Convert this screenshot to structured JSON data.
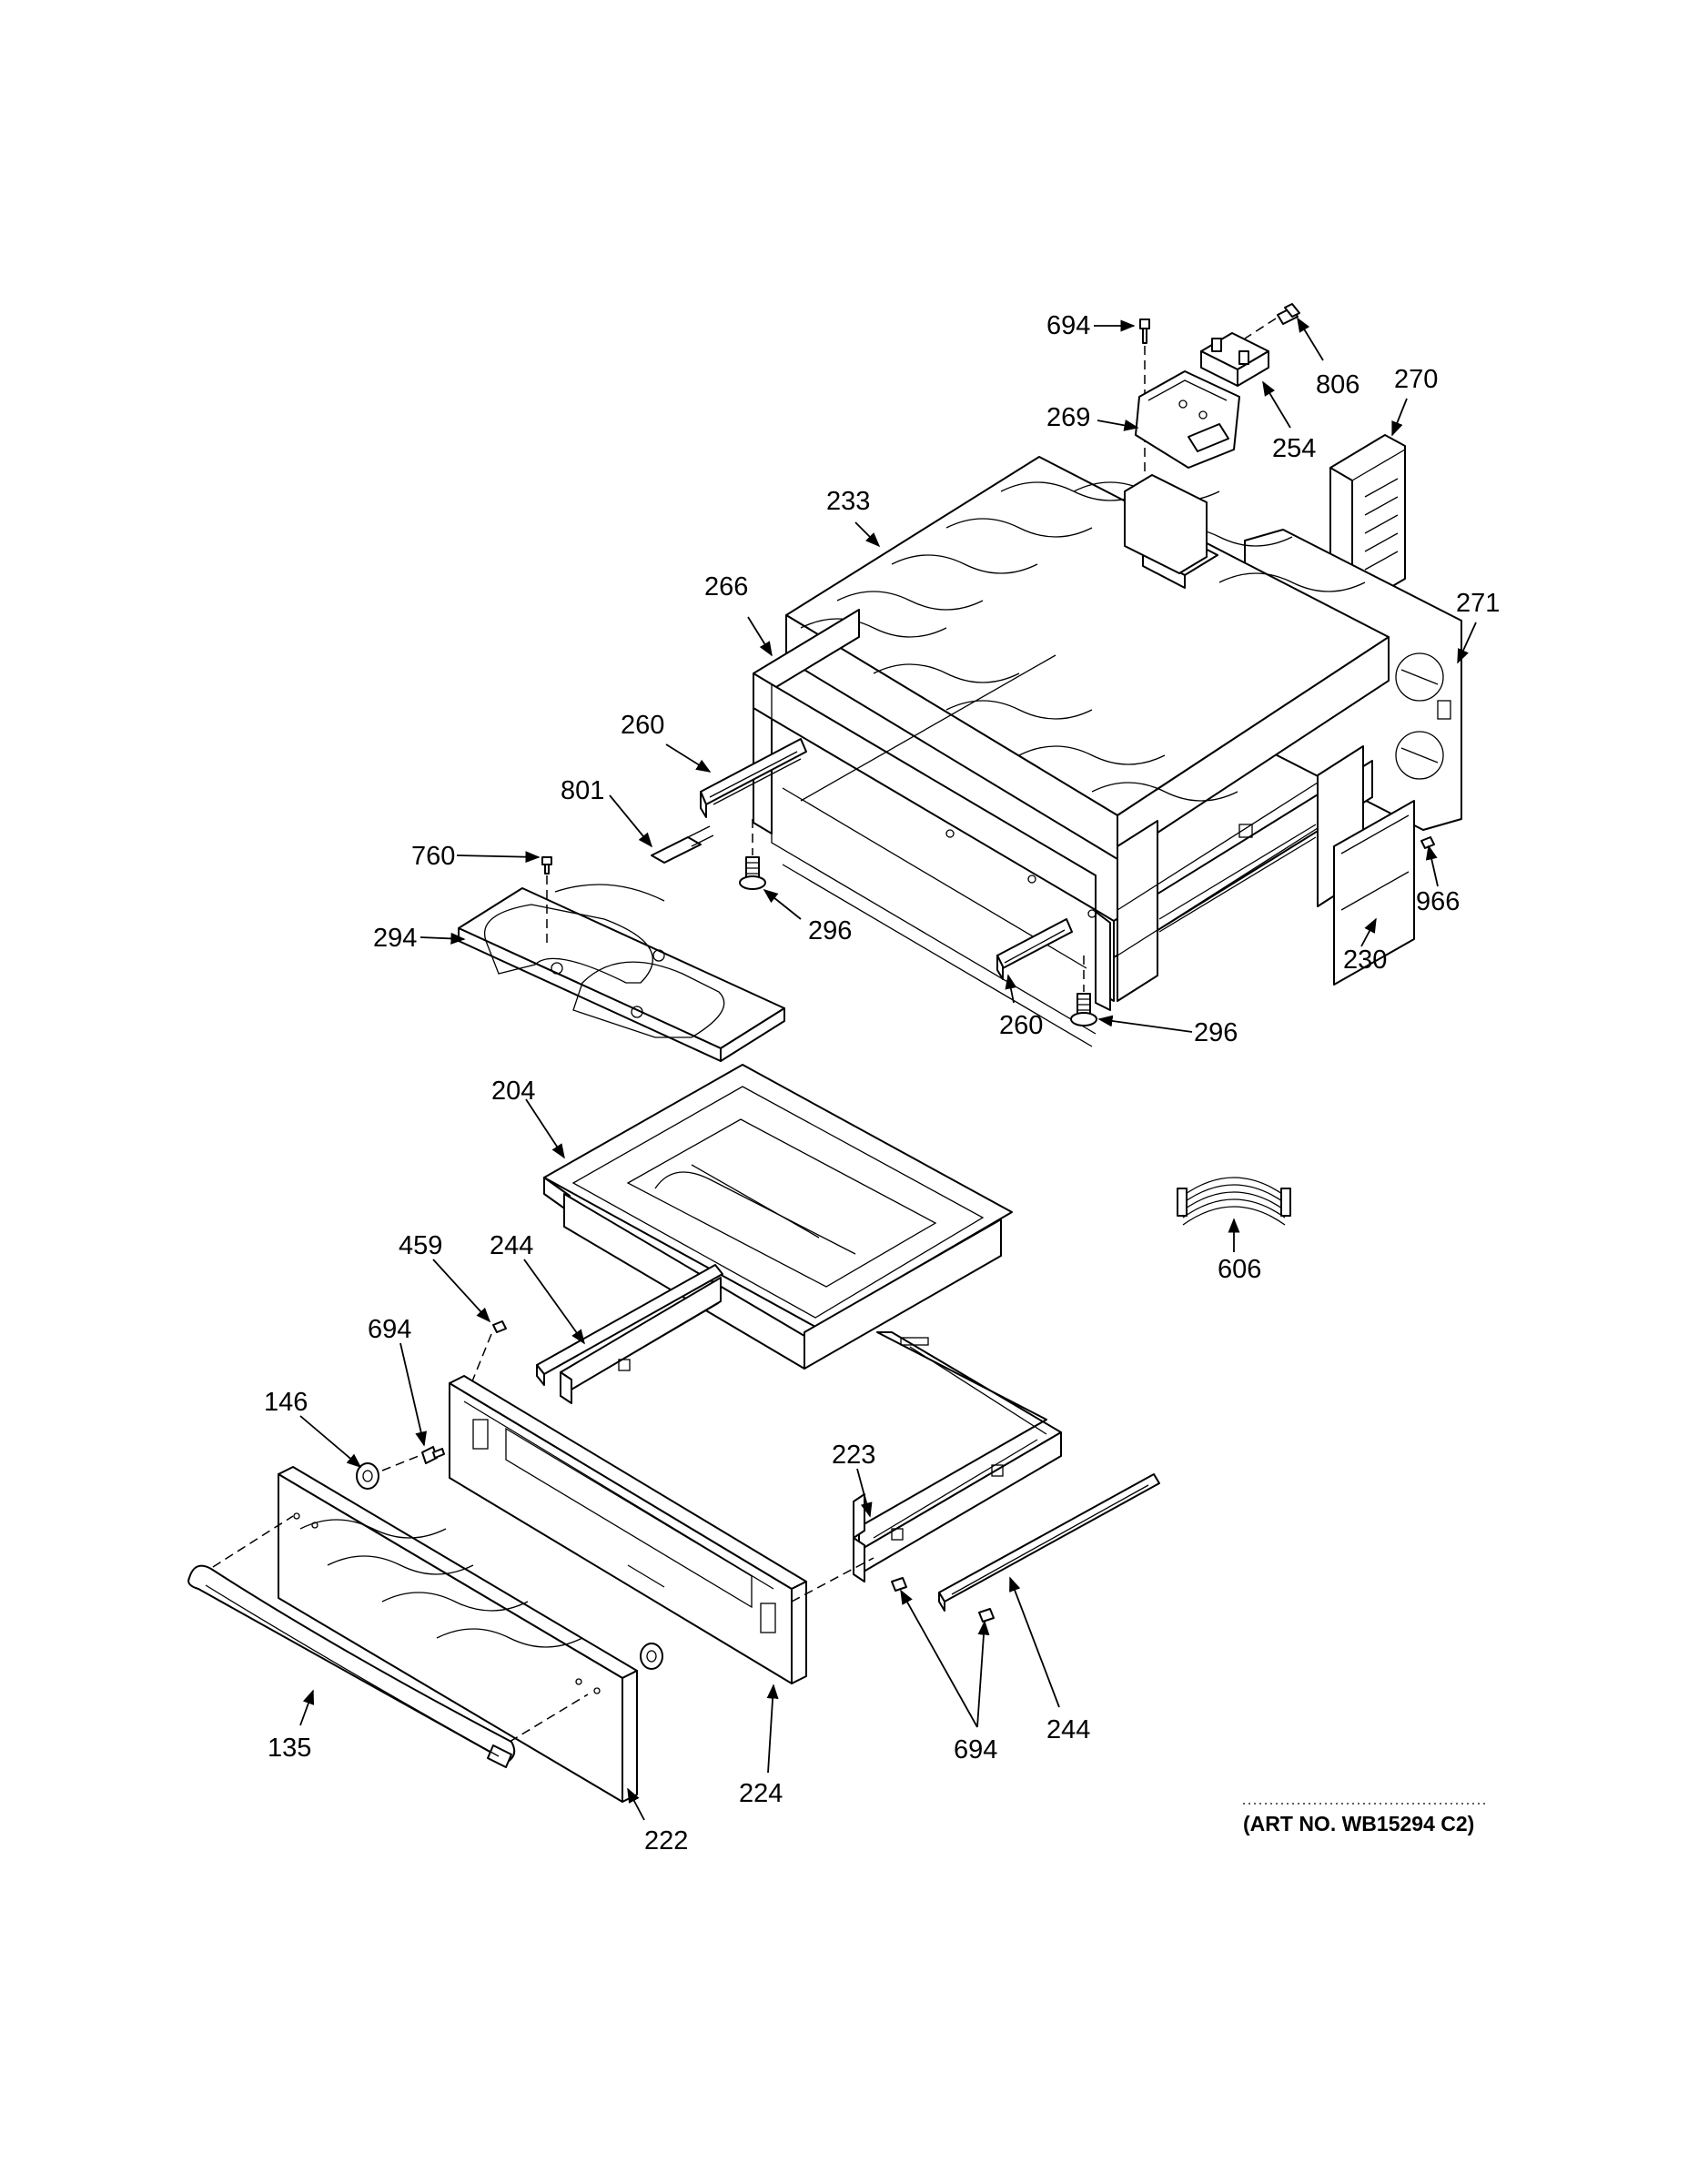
{
  "labels": {
    "l694a": "694",
    "l806": "806",
    "l269": "269",
    "l254": "254",
    "l270": "270",
    "l233": "233",
    "l266": "266",
    "l271": "271",
    "l260a": "260",
    "l801": "801",
    "l760": "760",
    "l296a": "296",
    "l294": "294",
    "l260b": "260",
    "l966": "966",
    "l230": "230",
    "l296b": "296",
    "l204": "204",
    "l606": "606",
    "l459": "459",
    "l244a": "244",
    "l694b": "694",
    "l146": "146",
    "l223": "223",
    "l135": "135",
    "l224": "224",
    "l694c": "694",
    "l244b": "244",
    "l222": "222"
  },
  "art_number": "(ART NO. WB15294 C2)"
}
